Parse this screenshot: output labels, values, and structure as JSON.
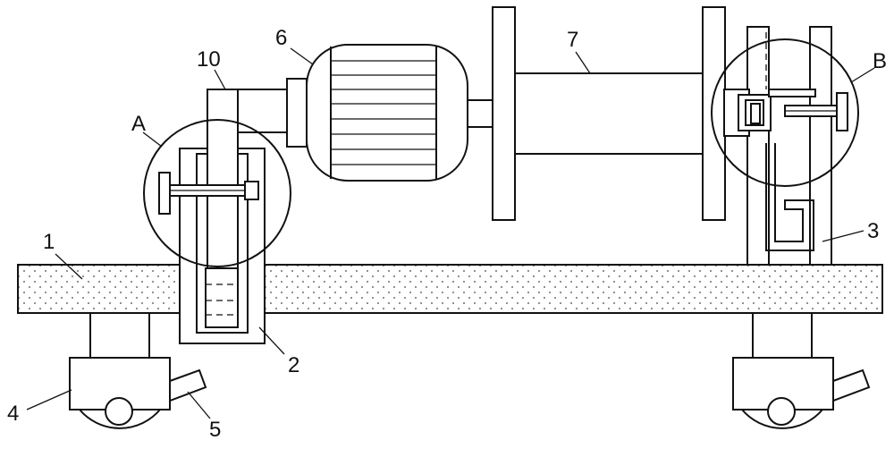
{
  "labels": {
    "frame": "1",
    "left_bracket": "2",
    "right_bracket": "3",
    "wheel_box": "4",
    "handle": "5",
    "motor": "6",
    "drum": "7",
    "arm": "10",
    "detail_a": "A",
    "detail_b": "B"
  },
  "colors": {
    "line": "#111111",
    "background": "#ffffff",
    "dots": "#444444"
  }
}
